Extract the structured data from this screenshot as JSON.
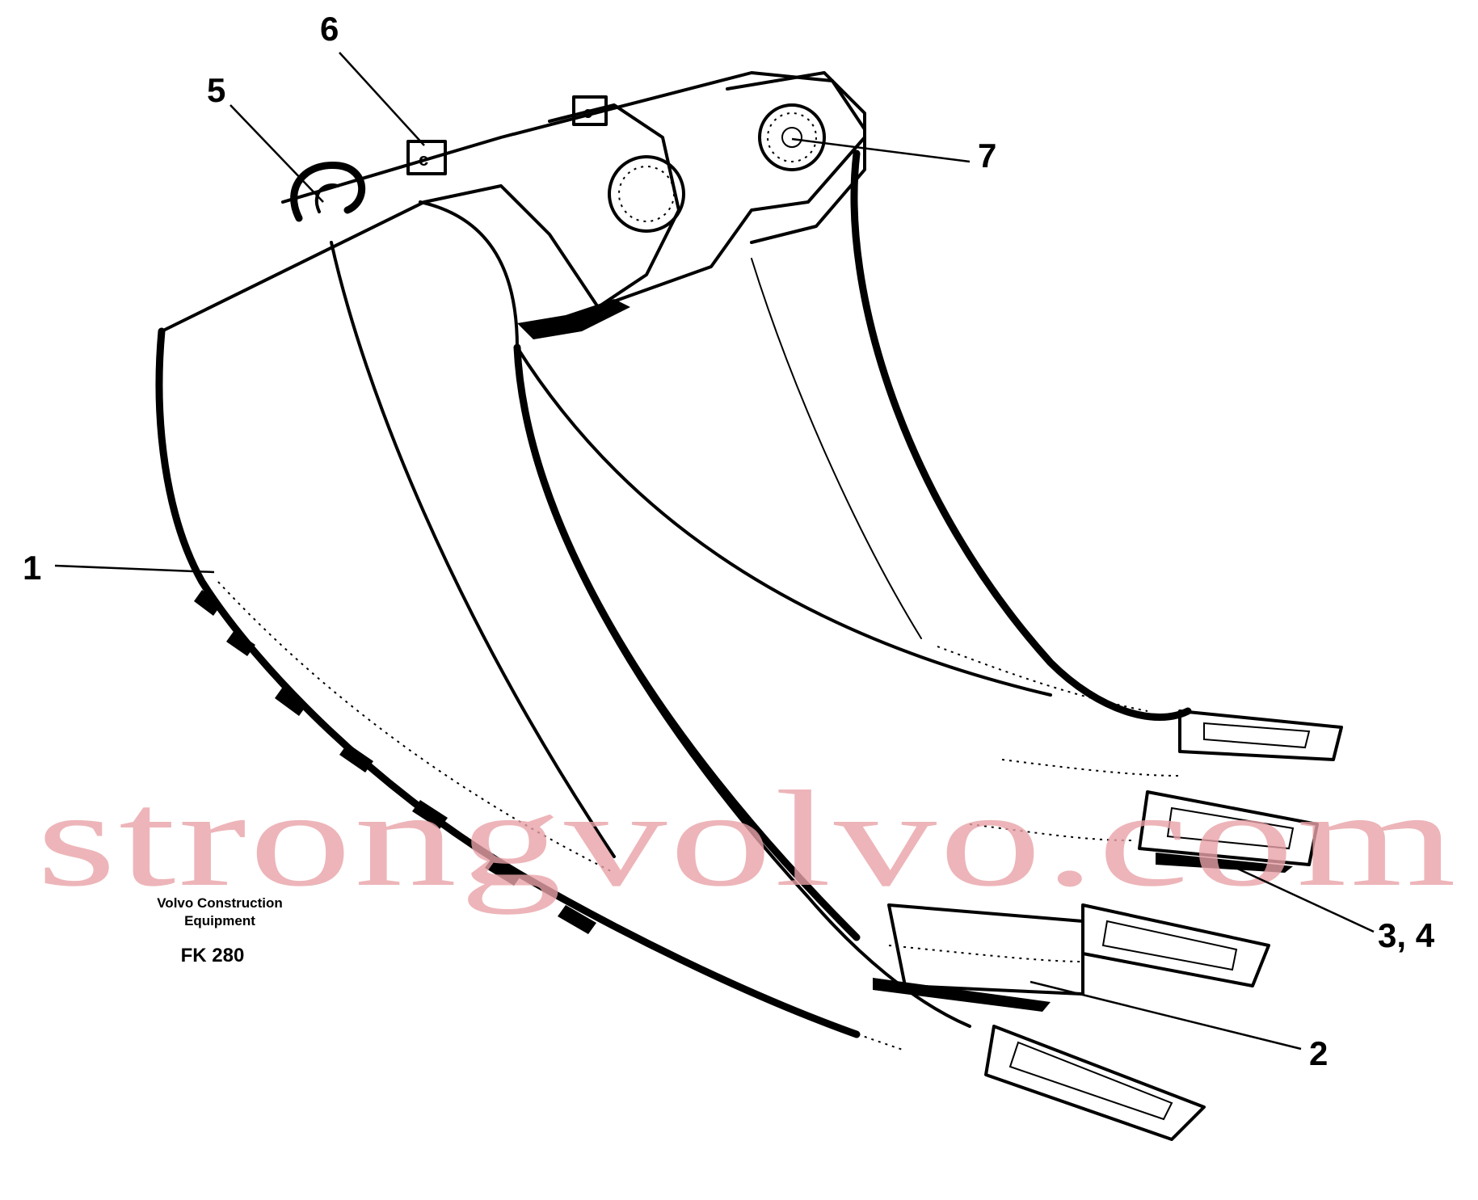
{
  "callouts": [
    {
      "id": "1",
      "label": "1"
    },
    {
      "id": "2",
      "label": "2"
    },
    {
      "id": "3_4",
      "label": "3, 4"
    },
    {
      "id": "5",
      "label": "5"
    },
    {
      "id": "6",
      "label": "6"
    },
    {
      "id": "7",
      "label": "7"
    }
  ],
  "caption": {
    "line1": "Volvo Construction",
    "line2": "Equipment",
    "code": "FK 280"
  },
  "watermark": "strongvolvo.com"
}
